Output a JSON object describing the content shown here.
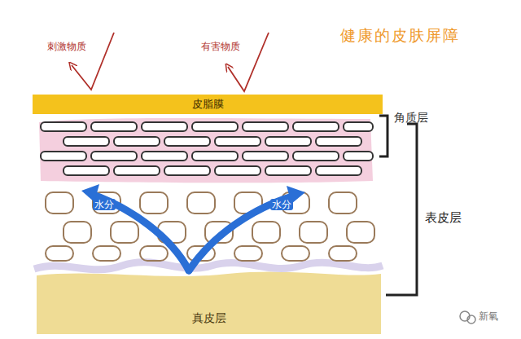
{
  "diagram": {
    "title": "健康的皮肤屏障",
    "nodes": [
      {
        "text": [
          "皮脂膜"
        ]
      },
      {
        "text": [
          "真皮层"
        ]
      }
    ],
    "labels": [
      "刺激物质",
      "有害物质",
      "角质层",
      "水分",
      "水分",
      "表皮层",
      "新氧"
    ]
  }
}
